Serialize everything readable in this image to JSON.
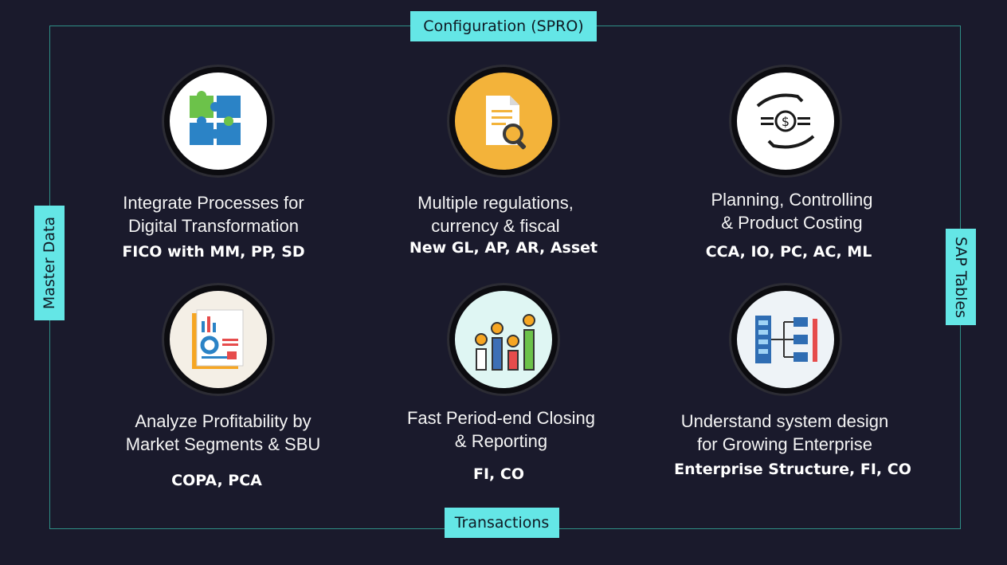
{
  "labels": {
    "top": "Configuration (SPRO)",
    "bottom": "Transactions",
    "left": "Master Data",
    "right": "SAP Tables"
  },
  "cards": [
    {
      "title_line1": "Integrate Processes for",
      "title_line2": "Digital Transformation",
      "subtitle": "FICO with MM, PP,  SD",
      "icon": "puzzle-icon"
    },
    {
      "title_line1": "Multiple regulations,",
      "title_line2": "currency & fiscal",
      "subtitle": "New GL,  AP,  AR,  Asset",
      "icon": "document-search-icon"
    },
    {
      "title_line1": "Planning, Controlling",
      "title_line2": "& Product Costing",
      "subtitle": "CCA, IO, PC,  AC, ML",
      "icon": "hands-money-icon"
    },
    {
      "title_line1": "Analyze Profitability by",
      "title_line2": "Market Segments & SBU",
      "subtitle": "COPA, PCA",
      "icon": "report-chart-icon"
    },
    {
      "title_line1": "Fast Period-end Closing",
      "title_line2": "& Reporting",
      "subtitle": "FI, CO",
      "icon": "coin-bars-icon"
    },
    {
      "title_line1": "Understand system design",
      "title_line2": "for Growing Enterprise",
      "subtitle": "Enterprise Structure, FI, CO",
      "icon": "hierarchy-icon"
    }
  ],
  "colors": {
    "background": "#1a1a2c",
    "frame": "#2f8f86",
    "tag": "#64e6e6"
  }
}
